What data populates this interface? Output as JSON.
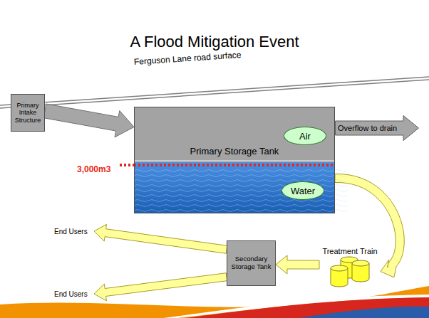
{
  "diagram": {
    "title": "A Flood Mitigation Event",
    "nodes": [
      {
        "text": [
          "Primary Intake Structure"
        ]
      },
      {
        "text": [
          "Primary Storage Tank"
        ]
      },
      {
        "text": [
          "Air"
        ],
        "in": 1
      },
      {
        "text": [
          "Overflow to drain"
        ]
      },
      {
        "text": [
          "Water"
        ],
        "in": 1
      },
      {
        "text": [
          "End Users"
        ]
      },
      {
        "text": [
          "Secondary Storage Tank"
        ]
      },
      {
        "text": [
          "Treatment Train"
        ]
      },
      {
        "text": [
          "End Users"
        ]
      }
    ],
    "edges": [
      {
        "from": 0,
        "to": 1,
        "arrow": "to"
      },
      {
        "from": 1,
        "to": 7,
        "arrow": "to"
      },
      {
        "from": 7,
        "to": 6,
        "arrow": "to"
      },
      {
        "from": 6,
        "to": 5,
        "arrow": "to"
      },
      {
        "from": 6,
        "to": 8,
        "arrow": "to"
      }
    ],
    "labels": [
      "Ferguson Lane road surface",
      "3,000m3"
    ]
  }
}
